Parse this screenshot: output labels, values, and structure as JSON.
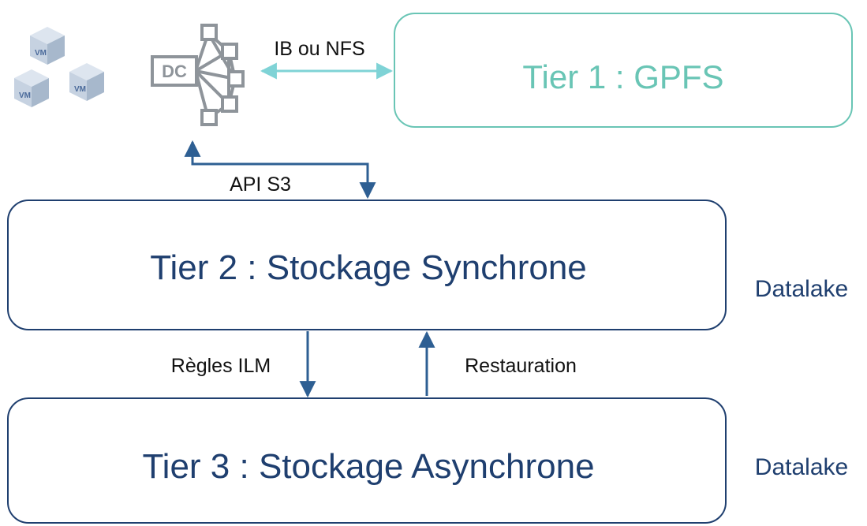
{
  "tiers": {
    "tier1": {
      "label": "Tier 1 : GPFS"
    },
    "tier2": {
      "label": "Tier 2 : Stockage Synchrone"
    },
    "tier3": {
      "label": "Tier 3 : Stockage Asynchrone"
    }
  },
  "side_labels": {
    "tier2": "Datalake",
    "tier3": "Datalake"
  },
  "edges": {
    "dc_tier1": "IB ou NFS",
    "dc_tier2": "API S3",
    "tier2_to_tier3": "Règles ILM",
    "tier3_to_tier2": "Restauration"
  },
  "icons": {
    "datacenter": {
      "name": "datacenter-network-icon",
      "text": "DC"
    },
    "vm": {
      "name": "vm-cube-icon",
      "text": "VM"
    }
  },
  "colors": {
    "dark_blue": "#1f3f6f",
    "teal": "#69c5b5",
    "arrow_teal": "#7fd3d6",
    "icon_gray": "#8e949a",
    "vm_cube_light": "#c8d4e3",
    "vm_cube_dark": "#9eb0c6",
    "vm_text": "#4a6a9a"
  }
}
